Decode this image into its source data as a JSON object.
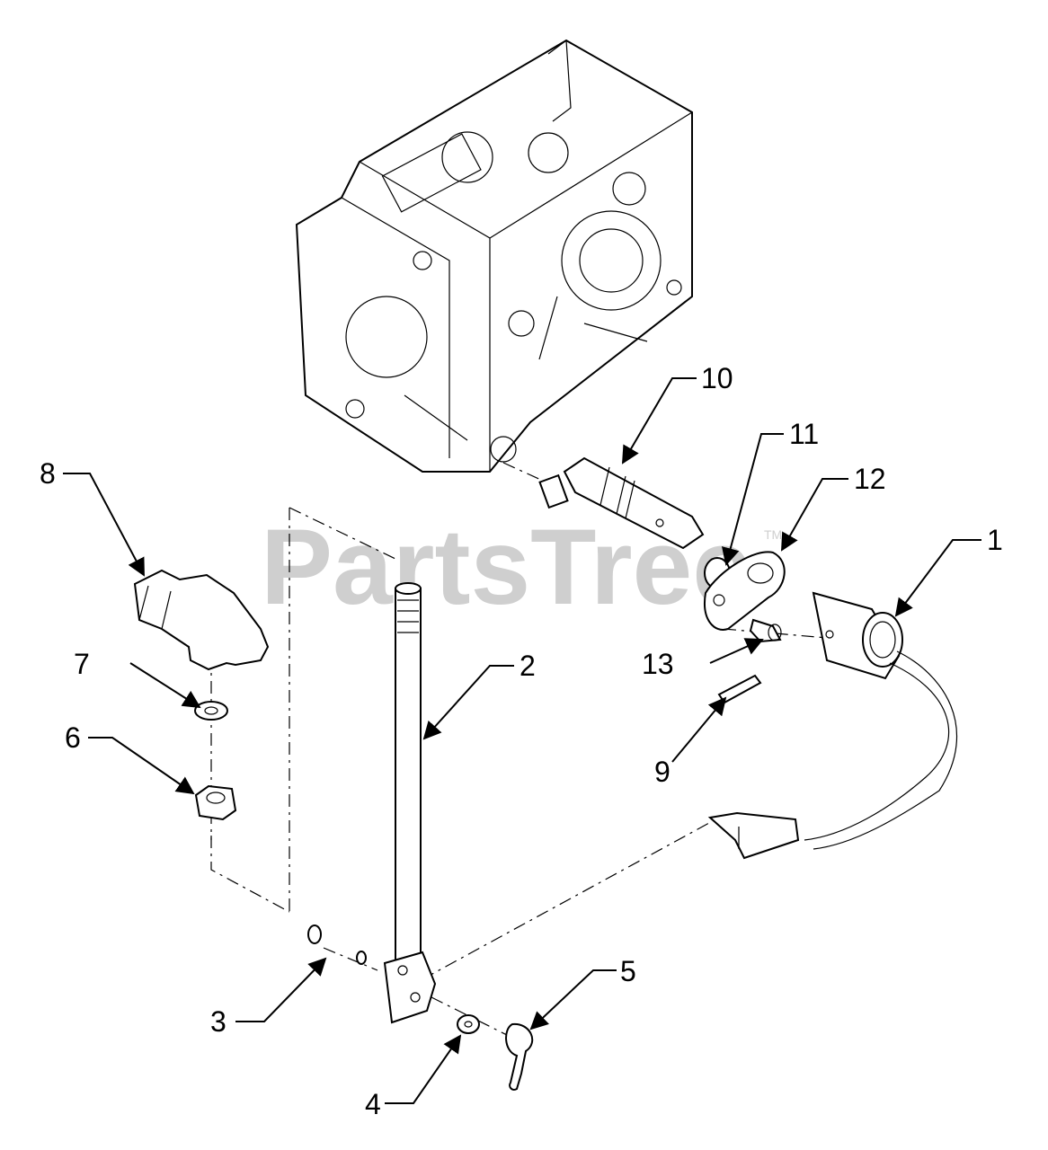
{
  "watermark": {
    "text": "PartsTree",
    "trademark": "TM"
  },
  "callouts": [
    {
      "id": "1",
      "label": "1"
    },
    {
      "id": "2",
      "label": "2"
    },
    {
      "id": "3",
      "label": "3"
    },
    {
      "id": "4",
      "label": "4"
    },
    {
      "id": "5",
      "label": "5"
    },
    {
      "id": "6",
      "label": "6"
    },
    {
      "id": "7",
      "label": "7"
    },
    {
      "id": "8",
      "label": "8"
    },
    {
      "id": "9",
      "label": "9"
    },
    {
      "id": "10",
      "label": "10"
    },
    {
      "id": "11",
      "label": "11"
    },
    {
      "id": "12",
      "label": "12"
    },
    {
      "id": "13",
      "label": "13"
    }
  ]
}
